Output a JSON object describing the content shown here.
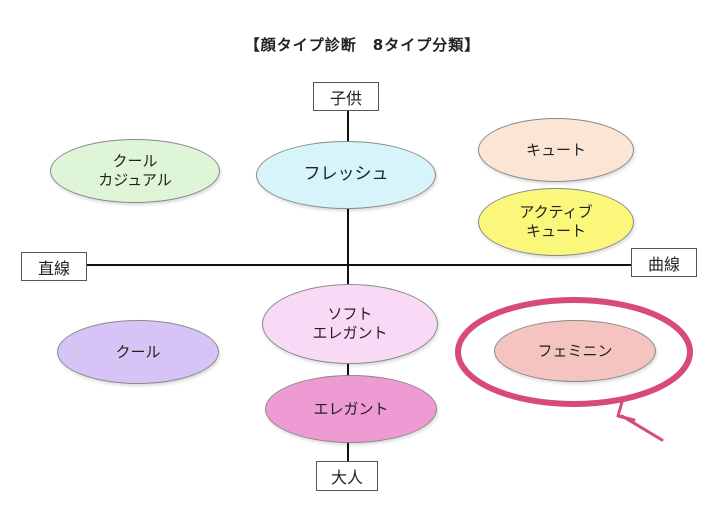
{
  "title": "【顔タイプ診断　8タイプ分類】",
  "axes": {
    "top": "子供",
    "bottom": "大人",
    "left": "直線",
    "right": "曲線"
  },
  "types": {
    "cool_casual": {
      "label": "クール\nカジュアル",
      "color": "#dff5d8"
    },
    "fresh": {
      "label": "フレッシュ",
      "color": "#d7f4fb"
    },
    "cute": {
      "label": "キュート",
      "color": "#fbe6d6"
    },
    "active_cute": {
      "label": "アクティブ\nキュート",
      "color": "#fbf77a"
    },
    "soft_elegant": {
      "label": "ソフト\nエレガント",
      "color": "#f8daf7"
    },
    "cool": {
      "label": "クール",
      "color": "#d7c4f6"
    },
    "feminine": {
      "label": "フェミニン",
      "color": "#f6c4c0"
    },
    "elegant": {
      "label": "エレガント",
      "color": "#ee9ad3"
    }
  },
  "highlight": {
    "color": "#d94a7c",
    "target": "フェミニン"
  }
}
